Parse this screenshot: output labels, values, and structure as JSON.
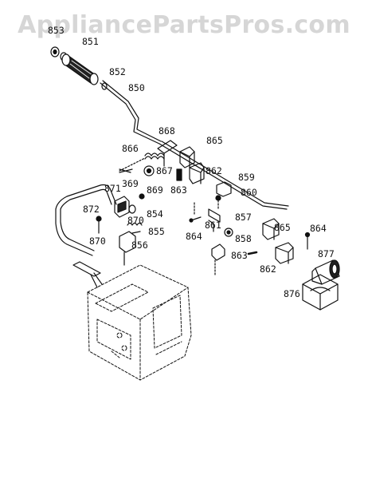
{
  "watermark": "AppliancePartsPros.com",
  "parts": [
    {
      "id": "p853",
      "text": "853"
    },
    {
      "id": "p851",
      "text": "851"
    },
    {
      "id": "p852",
      "text": "852"
    },
    {
      "id": "p850",
      "text": "850"
    },
    {
      "id": "p868",
      "text": "868"
    },
    {
      "id": "p865a",
      "text": "865"
    },
    {
      "id": "p866",
      "text": "866"
    },
    {
      "id": "p867",
      "text": "867"
    },
    {
      "id": "p862a",
      "text": "862"
    },
    {
      "id": "p863a",
      "text": "863"
    },
    {
      "id": "p859",
      "text": "859"
    },
    {
      "id": "p860",
      "text": "860"
    },
    {
      "id": "p871",
      "text": "871"
    },
    {
      "id": "p369",
      "text": "369"
    },
    {
      "id": "p869",
      "text": "869"
    },
    {
      "id": "p872",
      "text": "872"
    },
    {
      "id": "p870a",
      "text": "870"
    },
    {
      "id": "p854",
      "text": "854"
    },
    {
      "id": "p855",
      "text": "855"
    },
    {
      "id": "p870b",
      "text": "870"
    },
    {
      "id": "p856",
      "text": "856"
    },
    {
      "id": "p857",
      "text": "857"
    },
    {
      "id": "p861",
      "text": "861"
    },
    {
      "id": "p864a",
      "text": "864"
    },
    {
      "id": "p858",
      "text": "858"
    },
    {
      "id": "p865b",
      "text": "865"
    },
    {
      "id": "p864b",
      "text": "864"
    },
    {
      "id": "p863b",
      "text": "863"
    },
    {
      "id": "p862b",
      "text": "862"
    },
    {
      "id": "p877",
      "text": "877"
    },
    {
      "id": "p876",
      "text": "876"
    }
  ]
}
